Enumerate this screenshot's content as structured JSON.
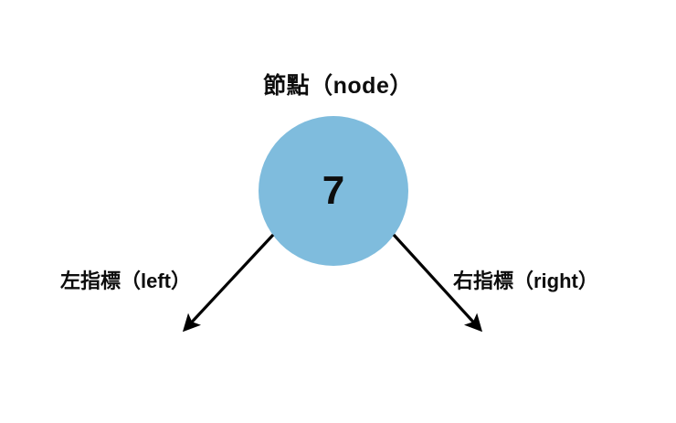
{
  "diagram": {
    "title": "節點（node）",
    "background_color": "#ffffff",
    "node": {
      "value": "7",
      "fill_color": "#7fbcdd",
      "text_color": "#0d0d0d",
      "shape": "circle"
    },
    "pointers": [
      {
        "id": "left",
        "label": "左指標（left）",
        "arrow_color": "#000000",
        "direction": "down-left"
      },
      {
        "id": "right",
        "label": "右指標（right）",
        "arrow_color": "#000000",
        "direction": "down-right"
      }
    ]
  }
}
